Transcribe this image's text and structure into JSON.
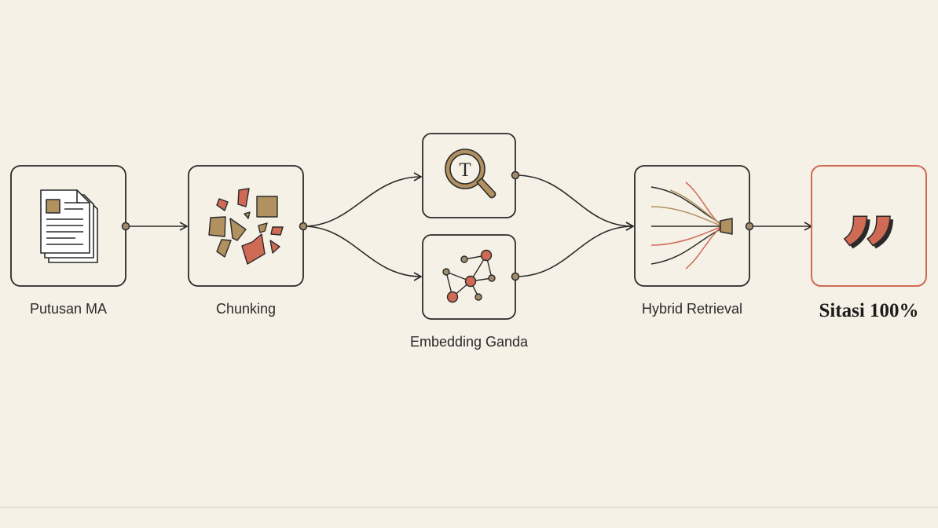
{
  "nodes": {
    "putusan": {
      "label": "Putusan MA"
    },
    "chunking": {
      "label": "Chunking"
    },
    "embedding": {
      "label": "Embedding Ganda",
      "text_icon_letter": "T"
    },
    "retrieval": {
      "label": "Hybrid Retrieval"
    },
    "sitasi": {
      "label": "Sitasi 100%",
      "quote_glyph": "”"
    }
  },
  "colors": {
    "background": "#f6f1e6",
    "stroke": "#2a2a2a",
    "accent_terracotta": "#cf6a55",
    "accent_tan": "#b0915f",
    "node_fill": "#a08c6c"
  }
}
